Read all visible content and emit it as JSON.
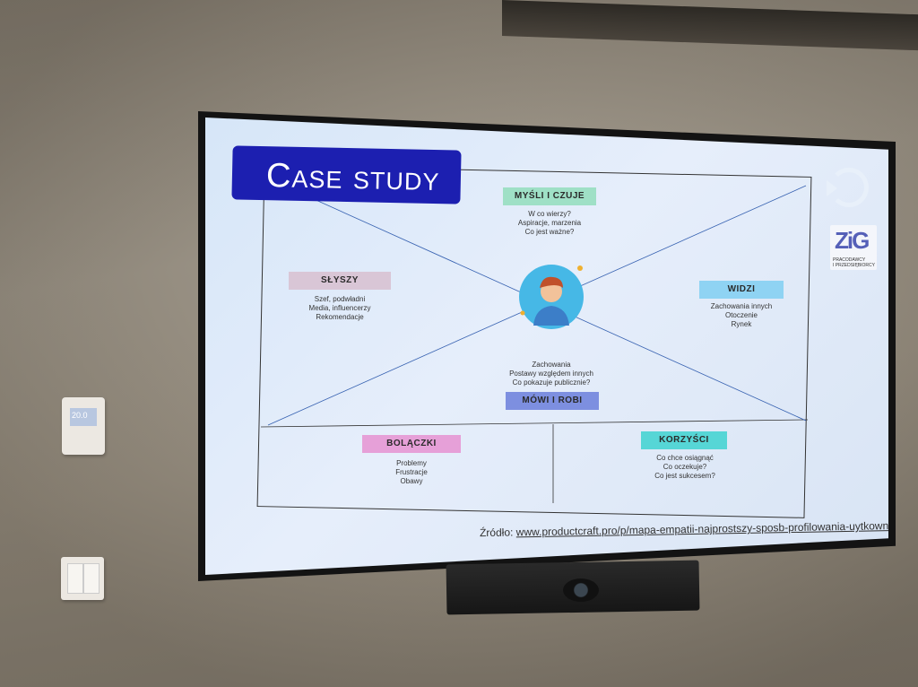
{
  "slide": {
    "title": "Case study",
    "center": {
      "top_label": "MYŚLI I CZUJE",
      "top_lines": [
        "W co wierzy?",
        "Aspiracje, marzenia",
        "Co jest ważne?"
      ],
      "left_label": "SŁYSZY",
      "left_lines": [
        "Szef, podwładni",
        "Media, influencerzy",
        "Rekomendacje"
      ],
      "right_label": "WIDZI",
      "right_lines": [
        "Zachowania innych",
        "Otoczenie",
        "Rynek"
      ],
      "bottom_label": "MÓWI I ROBI",
      "bottom_lines": [
        "Zachowania",
        "Postawy względem innych",
        "Co pokazuje publicznie?"
      ]
    },
    "bottom_left_label": "BOLĄCZKI",
    "bottom_left_lines": [
      "Problemy",
      "Frustracje",
      "Obawy"
    ],
    "bottom_right_label": "KORZYŚCI",
    "bottom_right_lines": [
      "Co chce osiągnąć",
      "Co oczekuje?",
      "Co jest sukcesem?"
    ],
    "source_prefix": "Źródło:",
    "source_url": "www.productcraft.pro/p/mapa-empatii-najprostszy-sposb-profilowania-uytkownikw",
    "logo_text": "ZiG",
    "logo_sub": [
      "PRACODAWCY",
      "I PRZEDSIĘBIORCY"
    ]
  },
  "thermostat": {
    "value": "20.0"
  },
  "colors": {
    "title_bg": "#1c1fb0",
    "top_tag": "#9fe0c6",
    "left_tag": "#d9c6d6",
    "right_tag": "#8fd3f3",
    "bottom_tag": "#7d8fe0",
    "pain_tag": "#e6a0d8",
    "gain_tag": "#56d6d6"
  }
}
